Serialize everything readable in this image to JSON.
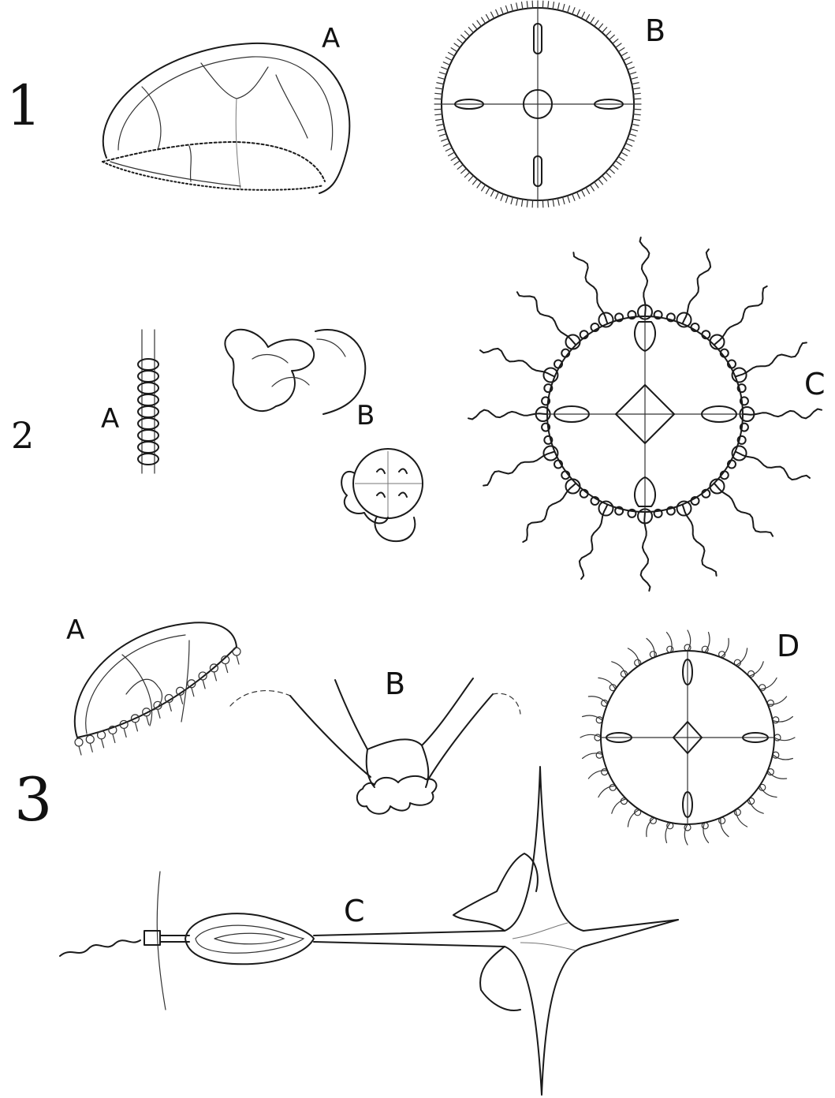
{
  "figures": [
    {
      "number": "1",
      "parts": [
        "A",
        "B"
      ]
    },
    {
      "number": "2",
      "parts": [
        "A",
        "B",
        "C"
      ]
    },
    {
      "number": "3",
      "parts": [
        "A",
        "B",
        "C",
        "D"
      ]
    }
  ],
  "labels": {
    "fig1_num": "1",
    "fig1_a": "A",
    "fig1_b": "B",
    "fig2_num": "2",
    "fig2_a": "A",
    "fig2_b": "B",
    "fig2_c": "C",
    "fig3_num": "3",
    "fig3_a": "A",
    "fig3_b": "B",
    "fig3_c": "C",
    "fig3_d": "D"
  },
  "ink_color": "#1a1a1a",
  "paper_color": "#ffffff"
}
